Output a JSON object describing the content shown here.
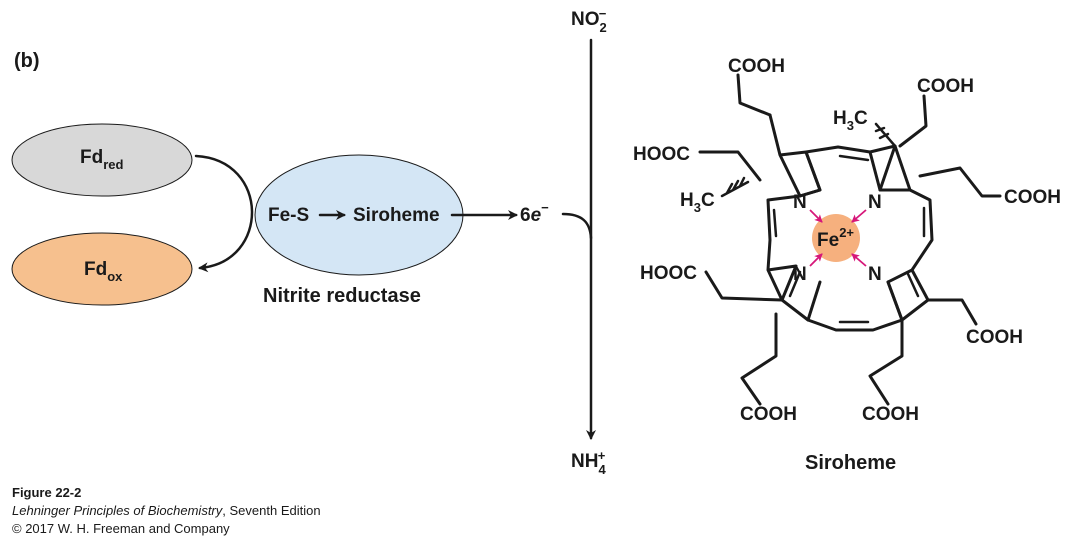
{
  "panel_label": "(b)",
  "ferredoxin": {
    "reduced": {
      "base": "Fd",
      "sub": "red",
      "color": "#d8d8d8"
    },
    "oxidized": {
      "base": "Fd",
      "sub": "ox",
      "color": "#f6c08e"
    }
  },
  "enzyme": {
    "name": "Nitrite reductase",
    "cofactor_1": "Fe-S",
    "cofactor_2": "Siroheme",
    "color": "#d4e6f5"
  },
  "electrons": {
    "prefix": "6",
    "symbol": "e",
    "charge": "−"
  },
  "substrate": {
    "base": "NO",
    "sub": "2",
    "charge": "−"
  },
  "product": {
    "base": "NH",
    "sub": "4",
    "charge": "+"
  },
  "siroheme": {
    "name": "Siroheme",
    "metal": {
      "base": "Fe",
      "charge": "2+",
      "color": "#f6b07e"
    },
    "arrow_color": "#d6177a",
    "nitrogen": "N",
    "methyl": {
      "h": "H",
      "n": "3",
      "c": "C"
    },
    "groups": {
      "cooh": "COOH",
      "hooc": "HOOC"
    }
  },
  "caption": {
    "figure": "Figure 22-2",
    "book_italic": "Lehninger Principles of Biochemistry",
    "book_rest": ", Seventh Edition",
    "copyright": "© 2017 W. H. Freeman and Company"
  }
}
